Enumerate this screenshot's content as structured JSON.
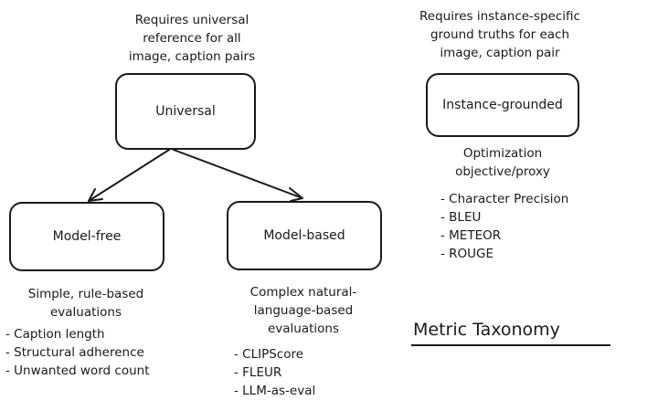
{
  "title": "Metric Taxonomy",
  "universal": {
    "note": [
      "Requires universal",
      "reference for all",
      "image, caption pairs"
    ],
    "label": "Universal",
    "children": {
      "model_free": {
        "label": "Model-free",
        "description": [
          "Simple, rule-based",
          "evaluations"
        ],
        "items": [
          "- Caption length",
          "- Structural adherence",
          "- Unwanted word count"
        ]
      },
      "model_based": {
        "label": "Model-based",
        "description": [
          "Complex natural-",
          "language-based",
          "evaluations"
        ],
        "items": [
          "- CLIPScore",
          "- FLEUR",
          "- LLM-as-eval"
        ]
      }
    }
  },
  "instance_grounded": {
    "note": [
      "Requires instance-specific",
      "ground truths for each",
      "image, caption pair"
    ],
    "label": "Instance-grounded",
    "description": [
      "Optimization",
      "objective/proxy"
    ],
    "items": [
      "- Character Precision",
      "- BLEU",
      "- METEOR",
      "- ROUGE"
    ]
  }
}
